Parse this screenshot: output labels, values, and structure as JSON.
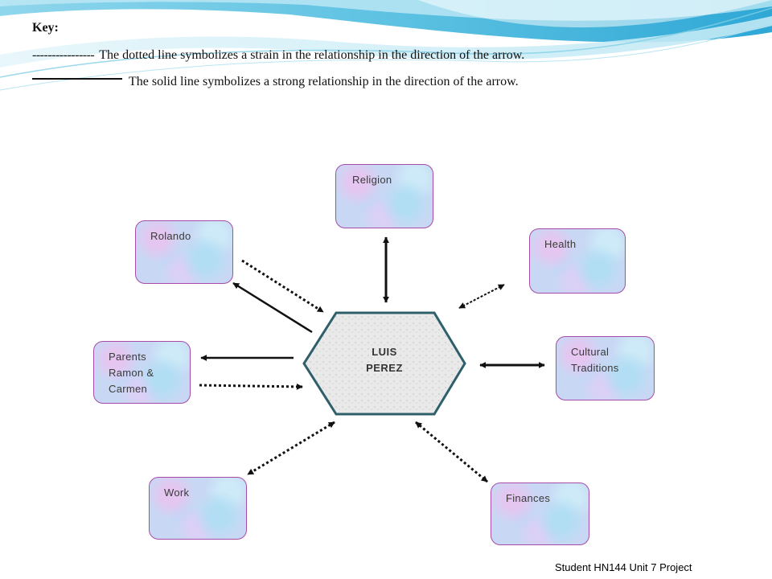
{
  "key": {
    "title": "Key:",
    "dotted_symbol": "----------------",
    "dotted_text": "The dotted line symbolizes a strain in the relationship in the direction of the arrow.",
    "solid_text": "The solid line symbolizes a strong relationship in the direction of the arrow."
  },
  "center": {
    "line1": "LUIS",
    "line2": "PEREZ"
  },
  "nodes": {
    "religion": {
      "label": "Religion"
    },
    "rolando": {
      "label": "Rolando"
    },
    "health": {
      "label": "Health"
    },
    "parents": {
      "line1": "Parents",
      "line2": "Ramon &",
      "line3": "Carmen"
    },
    "cultural": {
      "line1": "Cultural",
      "line2": "Traditions"
    },
    "work": {
      "label": "Work"
    },
    "finances": {
      "label": "Finances"
    }
  },
  "relationships": [
    {
      "between": "Religion",
      "style": "solid",
      "direction": "both"
    },
    {
      "between": "Rolando",
      "style": "dotted",
      "direction": "to-center"
    },
    {
      "between": "Rolando",
      "style": "solid",
      "direction": "from-center"
    },
    {
      "between": "Health",
      "style": "dotted",
      "direction": "both"
    },
    {
      "between": "Parents Ramon & Carmen",
      "style": "solid",
      "direction": "from-center"
    },
    {
      "between": "Parents Ramon & Carmen",
      "style": "dotted",
      "direction": "to-center"
    },
    {
      "between": "Cultural Traditions",
      "style": "solid",
      "direction": "both"
    },
    {
      "between": "Work",
      "style": "dotted",
      "direction": "both"
    },
    {
      "between": "Finances",
      "style": "dotted",
      "direction": "both"
    }
  ],
  "colors": {
    "hex_border": "#2f5f6b",
    "node_border": "#a64ca6",
    "arrow": "#111111"
  },
  "footer": {
    "text": "Student  HN144 Unit 7 Project"
  }
}
